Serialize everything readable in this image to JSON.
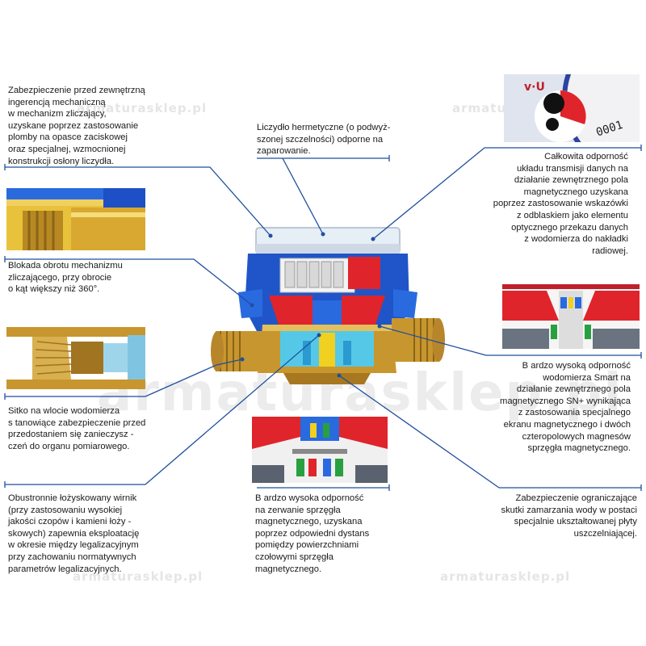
{
  "captions": {
    "c1": "Zabezpieczenie przed zewnętrzną\ningerencją mechaniczną\nw mechanizm zliczający,\nuzyskane poprzez zastosowanie\nplomby na opasce zaciskowej\noraz specjalnej, wzmocnionej\nkonstrukcji osłony liczydła.",
    "c2": "Liczydło hermetyczne (o    podwyż-\nszonej szczelności) odporne na\nzaparowanie.",
    "c3": "Całkowita odporność\nukładu transmisji danych na\ndziałanie zewnętrznego pola\nmagnetycznego uzyskana\npoprzez zastosowanie wskazówki\nz odblaskiem jako elementu\noptycznego przekazu danych\nz wodomierza do nakładki\nradiowej.",
    "c4": "Blokada obrotu mechanizmu\nzliczającego, przy obrocie\no kąt  większy niż 360°.",
    "c5": "B ardzo wysoką odporność\nwodomierza Smart na\ndziałanie zewnętrznego pola\nmagnetycznego SN+ wynikająca\nz zastosowania specjalnego\nekranu magnetycznego i dwóch\nczteropolowych magnesów\nsprzęgła magnetycznego.",
    "c6": "Sitko na wlocie wodomierza\ns tanowiące zabezpieczenie przed\nprzedostaniem się zanieczysz    -\nczeń do organu pomiarowego.",
    "c7": "Obustronnie łożyskowany wirnik\n(przy zastosowaniu wysokiej\njakości czopów i kamieni łoży    -\nskowych) zapewnia eksploatację\nw okresie między legalizacyjnym\nprzy zachowaniu  normatywnych\nparametrów legalizacyjnych.",
    "c8": "B ardzo wysoka odporność\nna zerwanie sprzęgła\nmagnetycznego, uzyskana\npoprzez odpowiedni dystans\npomiędzy powierzchniami\nczołowymi sprzęgła\nmagnetycznego.",
    "c9": "Zabezpieczenie ograniczające\nskutki zamarzania wody w    postaci\nspecjalnie ukształtowanej płyty\nuszczelniającej."
  },
  "dial_text": "0001",
  "watermark": "armaturasklep.pl",
  "colors": {
    "leader": "#1f4f9e",
    "brass": "#c8962e",
    "brass_dark": "#8a6418",
    "body_blue": "#1f55c8",
    "red": "#e0242b",
    "cyan": "#55c8e8"
  },
  "icons": {
    "flame": "flame-watermark-icon"
  }
}
